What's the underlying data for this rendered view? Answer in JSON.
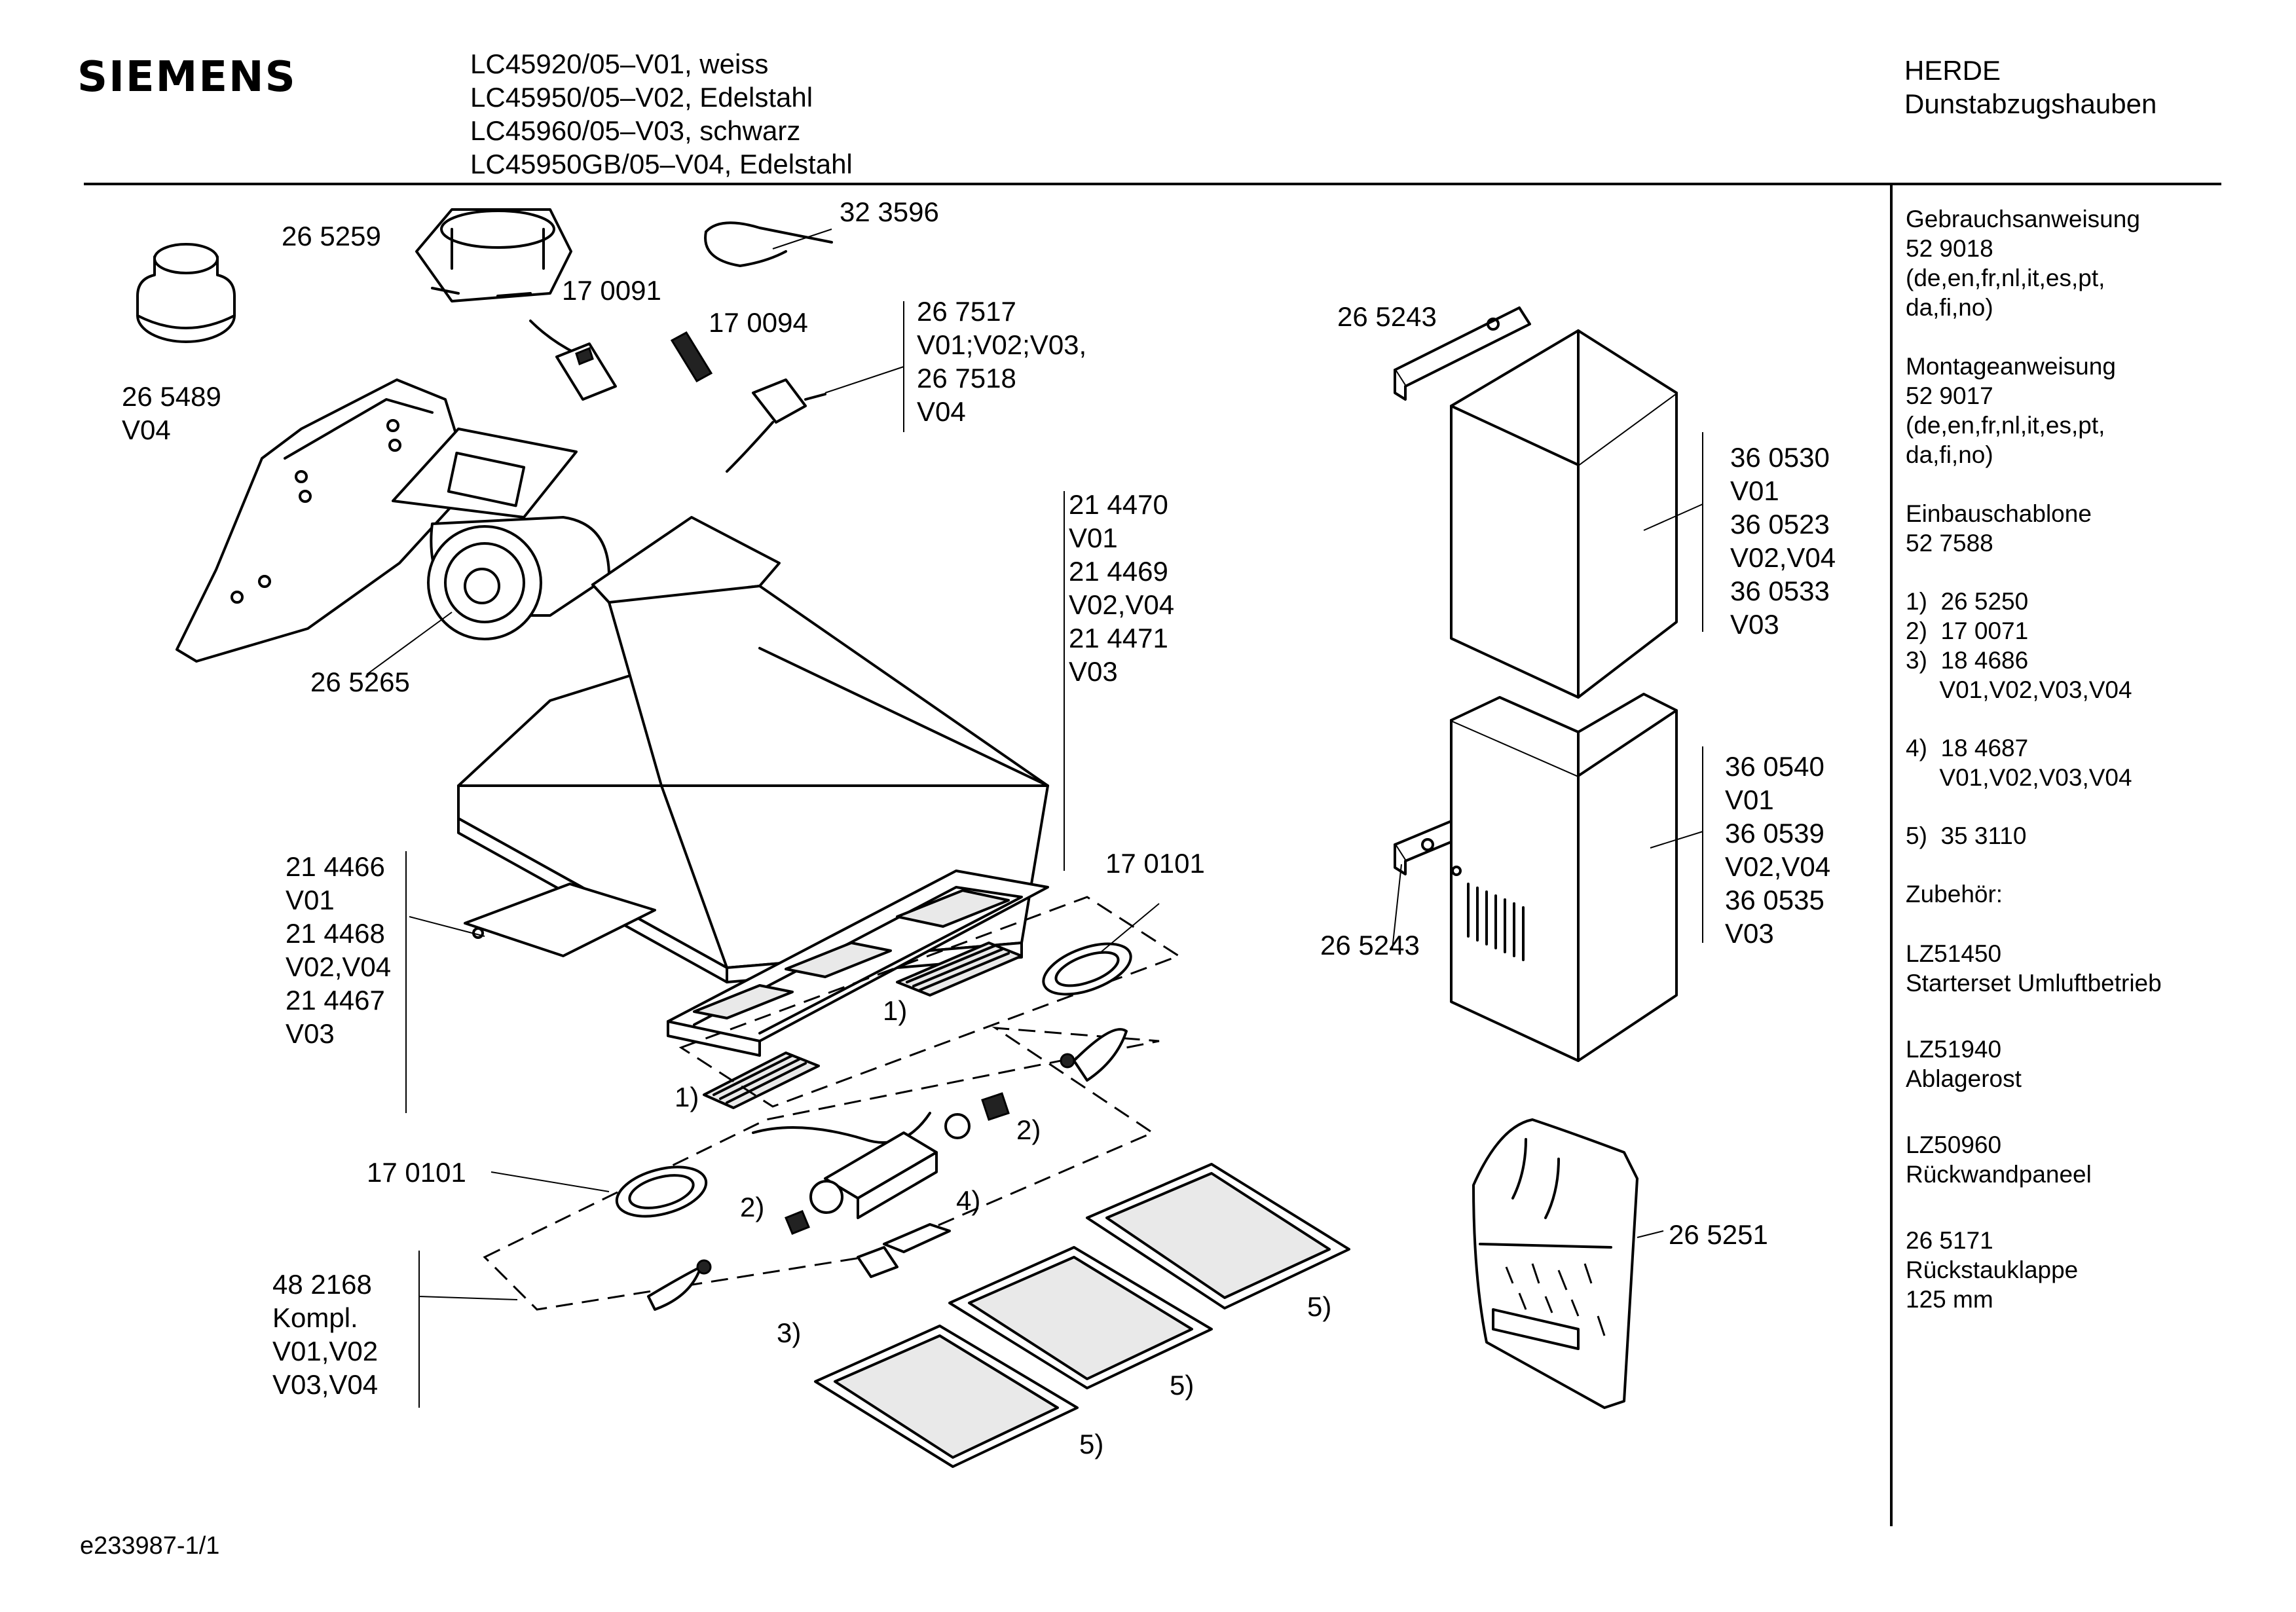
{
  "header": {
    "brand": "SIEMENS",
    "models": [
      "LC45920/05–V01, weiss",
      "LC45950/05–V02, Edelstahl",
      "LC45960/05–V03, schwarz",
      "LC45950GB/05–V04, Edelstahl"
    ],
    "category": "HERDE",
    "subcategory": "Dunstabzugshauben"
  },
  "part_labels": [
    "26 5259",
    "32 3596",
    "17 0091",
    "17 0094",
    "26 7517\nV01;V02;V03,\n26 7518\nV04",
    "26 5489\nV04",
    "26 5265",
    "21 4470\nV01\n21 4469\nV02,V04\n21 4471\nV03",
    "21 4466\nV01\n21 4468\nV02,V04\n21 4467\nV03",
    "17 0101",
    "17 0101",
    "48 2168\nKompl.\nV01,V02\nV03,V04",
    "26 5243",
    "26 5243",
    "36 0530\nV01\n36 0523\nV02,V04\n36 0533\nV03",
    "36 0540\nV01\n36 0539\nV02,V04\n36 0535\nV03",
    "26 5251",
    "1)",
    "1)",
    "2)",
    "2)",
    "3)",
    "4)",
    "5)",
    "5)",
    "5)"
  ],
  "sidebar": {
    "blocks": [
      "Gebrauchsanweisung\n52 9018\n(de,en,fr,nl,it,es,pt,\nda,fi,no)",
      "Montageanweisung\n52 9017\n(de,en,fr,nl,it,es,pt,\nda,fi,no)",
      "Einbauschablone\n52 7588",
      "1)  26 5250\n2)  17 0071\n3)  18 4686\n     V01,V02,V03,V04",
      "4)  18 4687\n     V01,V02,V03,V04",
      "5)  35 3110",
      "Zubehör:",
      "LZ51450\nStarterset Umluftbetrieb",
      "LZ51940\nAblagerost",
      "LZ50960\nRückwandpaneel",
      "26 5171\nRückstauklappe\n125 mm"
    ]
  },
  "footer": {
    "doc_id": "e233987-1/1"
  }
}
